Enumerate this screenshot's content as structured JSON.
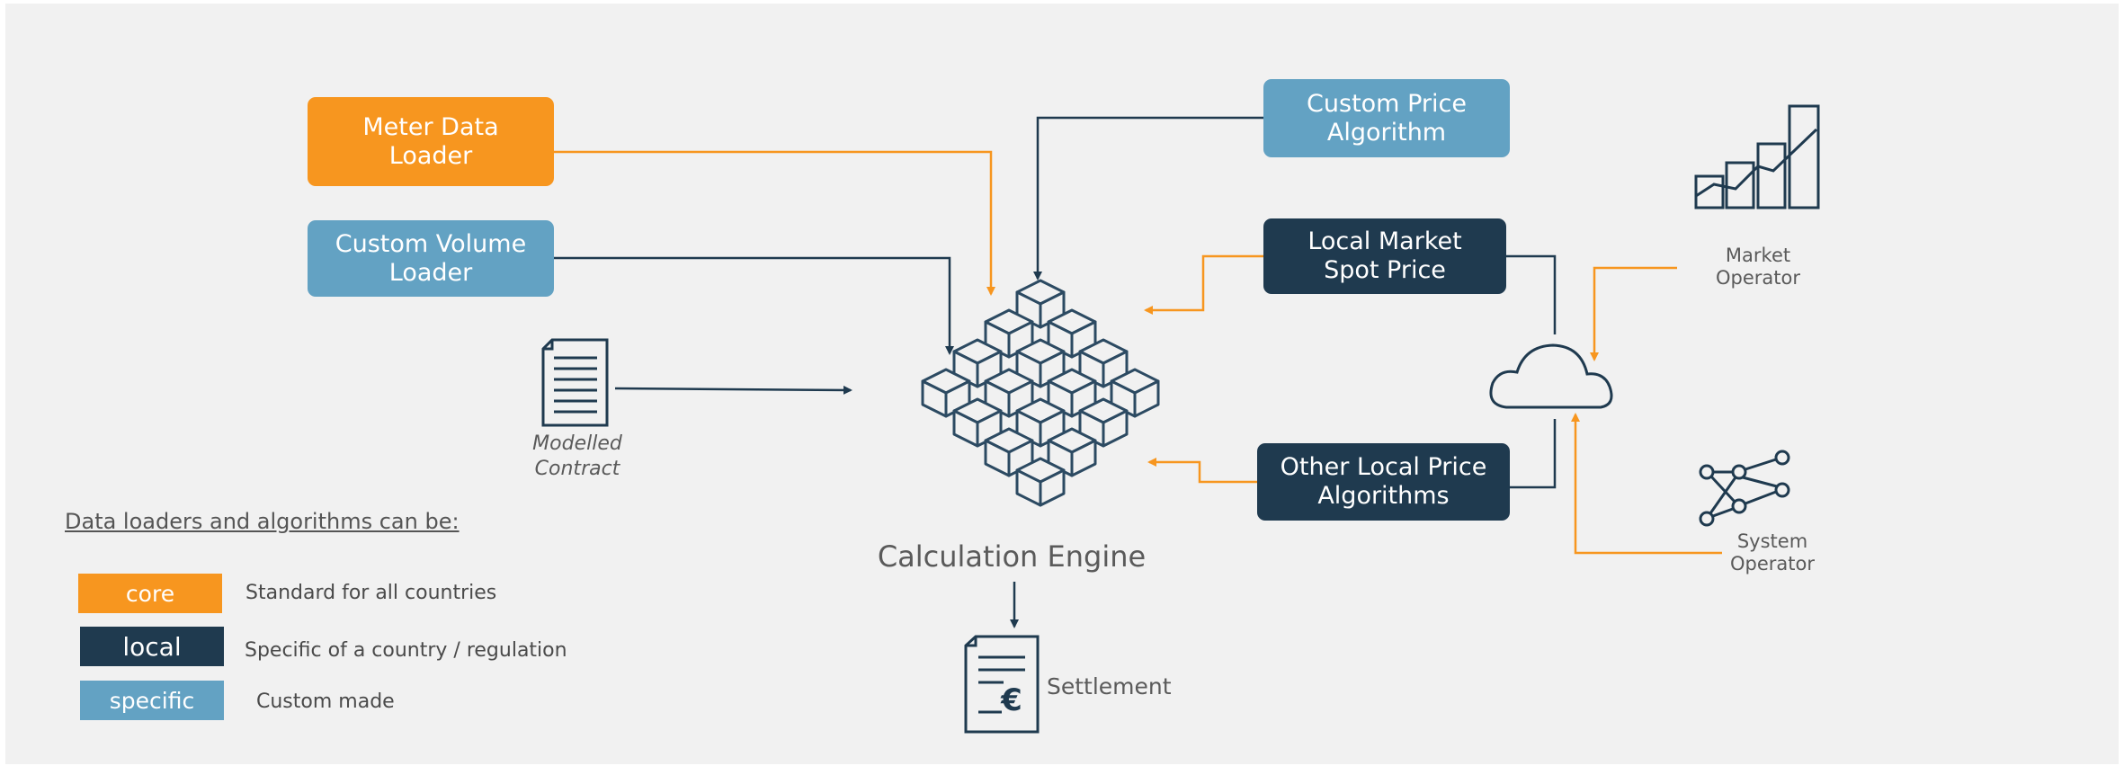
{
  "boxes": {
    "meter_data_loader": "Meter  Data\nLoader",
    "custom_volume_loader": "Custom Volume\nLoader",
    "custom_price_algorithm": "Custom Price\nAlgorithm",
    "local_market_spot_price": "Local Market\nSpot Price",
    "other_local_price_algorithms": "Other Local Price\nAlgorithms"
  },
  "labels": {
    "modelled_contract": "Modelled\nContract",
    "calculation_engine": "Calculation Engine",
    "settlement": "Settlement",
    "market_operator": "Market\nOperator",
    "system_operator": "System\nOperator"
  },
  "legend": {
    "title": "Data loaders and algorithms can be:",
    "items": [
      {
        "tag": "core",
        "description": "Standard for all countries",
        "color": "#f7961f"
      },
      {
        "tag": "local",
        "description": "Specific of a country / regulation",
        "color": "#1f3a4f"
      },
      {
        "tag": "specific",
        "description": "Custom made",
        "color": "#63a2c3"
      }
    ]
  },
  "colors": {
    "orange": "#f7961f",
    "dark": "#1f3a4f",
    "light": "#63a2c3",
    "background": "#f1f1f1"
  },
  "icons": {
    "document": "document-icon",
    "engine": "cube-grid-icon",
    "settlement": "euro-document-icon",
    "cloud": "cloud-icon",
    "market": "bar-chart-icon",
    "system": "network-icon"
  }
}
